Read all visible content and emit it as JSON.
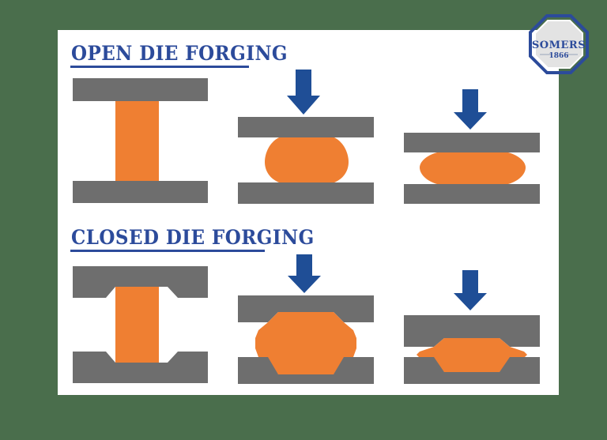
{
  "page": {
    "background_color": "#4a6e4c",
    "card_color": "#ffffff",
    "title_open": "OPEN DIE FORGING",
    "title_closed": "CLOSED DIE FORGING"
  },
  "logo": {
    "name": "somers-logo",
    "brand": "SOMERS",
    "year": "1866",
    "ring_color": "#2c4b9b",
    "plate_color": "#dcdcdc"
  },
  "colors": {
    "die_gray": "#6e6e6e",
    "billet_orange": "#ef7f32",
    "arrow_blue": "#1f4e96",
    "heading_blue": "#2c4b9b"
  },
  "sections": [
    {
      "id": "open-die-forging",
      "title": "OPEN DIE FORGING",
      "stages": [
        {
          "id": "open-stage-1",
          "label": "open die stage 1 - upright billet between flat dies",
          "has_arrow": false,
          "die_type": "flat",
          "billet_shape": "rectangular-column"
        },
        {
          "id": "open-stage-2",
          "label": "open die stage 2 - partially upset billet",
          "has_arrow": true,
          "die_type": "flat",
          "billet_shape": "barrel"
        },
        {
          "id": "open-stage-3",
          "label": "open die stage 3 - flattened billet",
          "has_arrow": true,
          "die_type": "flat",
          "billet_shape": "flattened-disc"
        }
      ]
    },
    {
      "id": "closed-die-forging",
      "title": "CLOSED DIE FORGING",
      "stages": [
        {
          "id": "closed-stage-1",
          "label": "closed die stage 1 - upright billet between impression dies",
          "has_arrow": false,
          "die_type": "impression",
          "billet_shape": "rectangular-column"
        },
        {
          "id": "closed-stage-2",
          "label": "closed die stage 2 - billet filling die cavity",
          "has_arrow": true,
          "die_type": "impression",
          "billet_shape": "octagonal"
        },
        {
          "id": "closed-stage-3",
          "label": "closed die stage 3 - forged part with flash",
          "has_arrow": true,
          "die_type": "impression",
          "billet_shape": "forged-with-flash"
        }
      ]
    }
  ]
}
